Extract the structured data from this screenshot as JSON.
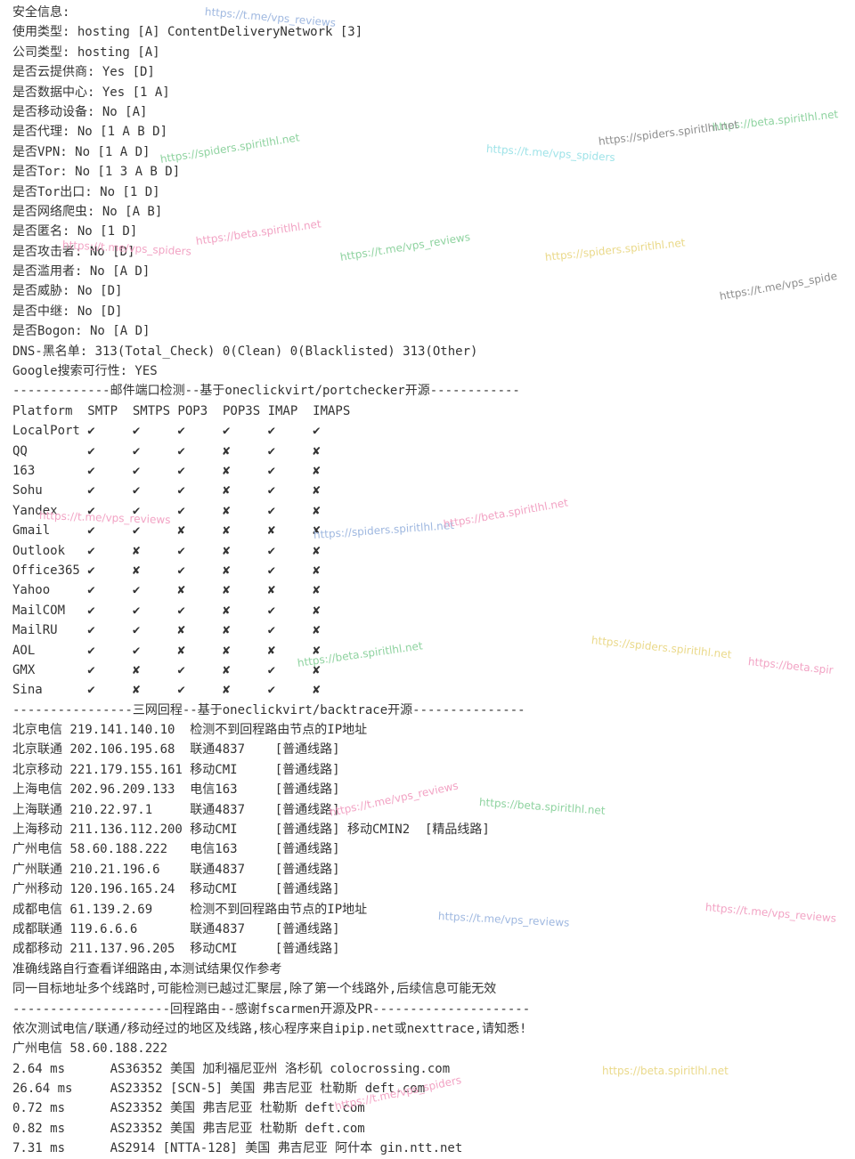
{
  "terminal": {
    "lines": [
      "安全信息:",
      "使用类型: hosting [A] ContentDeliveryNetwork [3]",
      "公司类型: hosting [A]",
      "是否云提供商: Yes [D]",
      "是否数据中心: Yes [1 A]",
      "是否移动设备: No [A]",
      "是否代理: No [1 A B D]",
      "是否VPN: No [1 A D]",
      "是否Tor: No [1 3 A B D]",
      "是否Tor出口: No [1 D]",
      "是否网络爬虫: No [A B]",
      "是否匿名: No [1 D]",
      "是否攻击者: No [D]",
      "是否滥用者: No [A D]",
      "是否威胁: No [D]",
      "是否中继: No [D]",
      "是否Bogon: No [A D]",
      "DNS-黑名单: 313(Total_Check) 0(Clean) 0(Blacklisted) 313(Other)",
      "Google搜索可行性: YES",
      "-------------邮件端口检测--基于oneclickvirt/portchecker开源------------",
      "Platform  SMTP  SMTPS POP3  POP3S IMAP  IMAPS",
      "LocalPort ✔     ✔     ✔     ✔     ✔     ✔",
      "QQ        ✔     ✔     ✔     ✘     ✔     ✘",
      "163       ✔     ✔     ✔     ✘     ✔     ✘",
      "Sohu      ✔     ✔     ✔     ✘     ✔     ✘",
      "Yandex    ✔     ✔     ✔     ✘     ✔     ✘",
      "Gmail     ✔     ✔     ✘     ✘     ✘     ✘",
      "Outlook   ✔     ✘     ✔     ✘     ✔     ✘",
      "Office365 ✔     ✘     ✔     ✘     ✔     ✘",
      "Yahoo     ✔     ✔     ✘     ✘     ✘     ✘",
      "MailCOM   ✔     ✔     ✔     ✘     ✔     ✘",
      "MailRU    ✔     ✔     ✘     ✘     ✔     ✘",
      "AOL       ✔     ✔     ✘     ✘     ✘     ✘",
      "GMX       ✔     ✘     ✔     ✘     ✔     ✘",
      "Sina      ✔     ✘     ✔     ✘     ✔     ✘",
      "----------------三网回程--基于oneclickvirt/backtrace开源---------------",
      "北京电信 219.141.140.10  检测不到回程路由节点的IP地址",
      "北京联通 202.106.195.68  联通4837    [普通线路]",
      "北京移动 221.179.155.161 移动CMI     [普通线路]",
      "上海电信 202.96.209.133  电信163     [普通线路]",
      "上海联通 210.22.97.1     联通4837    [普通线路]",
      "上海移动 211.136.112.200 移动CMI     [普通线路] 移动CMIN2  [精品线路]",
      "广州电信 58.60.188.222   电信163     [普通线路]",
      "广州联通 210.21.196.6    联通4837    [普通线路]",
      "广州移动 120.196.165.24  移动CMI     [普通线路]",
      "成都电信 61.139.2.69     检测不到回程路由节点的IP地址",
      "成都联通 119.6.6.6       联通4837    [普通线路]",
      "成都移动 211.137.96.205  移动CMI     [普通线路]",
      "准确线路自行查看详细路由,本测试结果仅作参考",
      "同一目标地址多个线路时,可能检测已越过汇聚层,除了第一个线路外,后续信息可能无效",
      "---------------------回程路由--感谢fscarmen开源及PR---------------------",
      "依次测试电信/联通/移动经过的地区及线路,核心程序来自ipip.net或nexttrace,请知悉!",
      "广州电信 58.60.188.222",
      "2.64 ms      AS36352 美国 加利福尼亚州 洛杉矶 colocrossing.com",
      "26.64 ms     AS23352 [SCN-5] 美国 弗吉尼亚 杜勒斯 deft.com",
      "0.72 ms      AS23352 美国 弗吉尼亚 杜勒斯 deft.com",
      "0.82 ms      AS23352 美国 弗吉尼亚 杜勒斯 deft.com",
      "7.31 ms      AS2914 [NTTA-128] 美国 弗吉尼亚 阿什本 gin.ntt.net"
    ]
  },
  "watermarks": {
    "items": [
      "https://t.me/vps_reviews",
      "https://beta.spiritlhl.net",
      "https://spiders.spiritlhl.net",
      "https://t.me/vps_spiders",
      "https://spiders.spiritlhl.net",
      "https://beta.spiritlhl.net",
      "https://t.me/vps_spiders",
      "https://t.me/vps_reviews",
      "https://spiders.spiritlhl.net",
      "https://t.me/vps_spide",
      "https://t.me/vps_reviews",
      "https://spiders.spiritlhl.net",
      "https://beta.spiritlhl.net",
      "https://beta.spiritlhl.net",
      "https://spiders.spiritlhl.net",
      "https://beta.spir",
      "https://t.me/vps_reviews",
      "https://beta.spiritlhl.net",
      "https://t.me/vps_reviews",
      "https://t.me/vps_reviews",
      "https://t.me/vps_spiders",
      "https://beta.spiritlhl.net"
    ]
  },
  "colors": {
    "text": "#333333",
    "background": "#ffffff",
    "watermark_green": "#8fd3a0",
    "watermark_pink": "#f2a3c4",
    "watermark_blue": "#9fb8e0",
    "watermark_yellow": "#ead98a",
    "watermark_gray": "#8e8e8e"
  }
}
